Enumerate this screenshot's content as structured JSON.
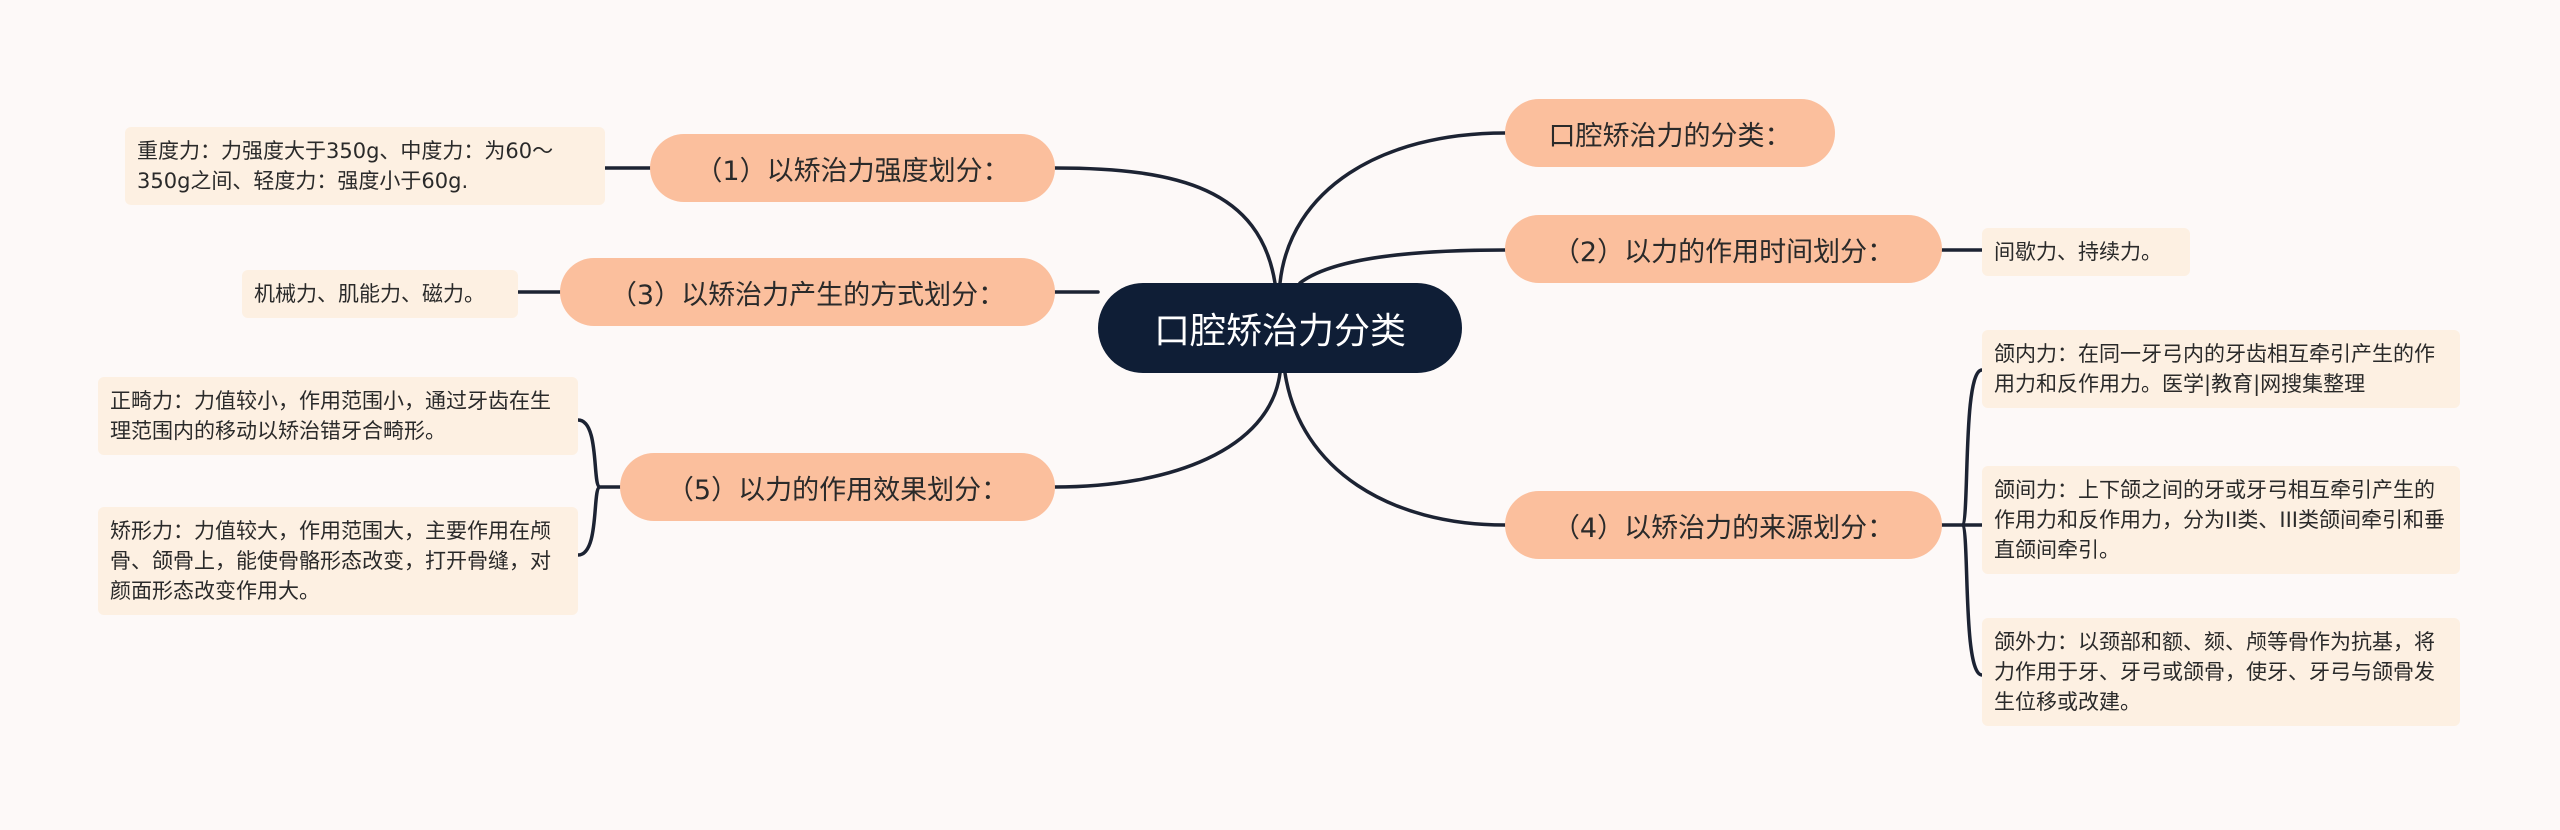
{
  "center": {
    "label": "口腔矫治力分类"
  },
  "branches": {
    "classification": "口腔矫治力的分类：",
    "strength": "（1）以矫治力强度划分：",
    "time": "（2）以力的作用时间划分：",
    "method": "（3）以矫治力产生的方式划分：",
    "source": "（4）以矫治力的来源划分：",
    "effect": "（5）以力的作用效果划分："
  },
  "leaves": {
    "strength": "重度力：力强度大于350g、中度力：为60～350g之间、轻度力：强度小于60g.",
    "time": "间歇力、持续力。",
    "method": "机械力、肌能力、磁力。",
    "source_intra": "颌内力：在同一牙弓内的牙齿相互牵引产生的作用力和反作用力。医学|教育|网搜集整理",
    "source_inter": "颌间力：上下颌之间的牙或牙弓相互牵引产生的作用力和反作用力，分为II类、III类颌间牵引和垂直颌间牵引。",
    "source_extra": "颌外力：以颈部和额、颏、颅等骨作为抗基，将力作用于牙、牙弓或颌骨，使牙、牙弓与颌骨发生位移或改建。",
    "effect_orthodontic": "正畸力：力值较小，作用范围小，通过牙齿在生理范围内的移动以矫治错牙合畸形。",
    "effect_orthopedic": "矫形力：力值较大，作用范围大，主要作用在颅骨、颌骨上，能使骨骼形态改变，打开骨缝，对颜面形态改变作用大。"
  },
  "colors": {
    "background": "#fdf9f8",
    "center_fill": "#0f1e36",
    "branch_fill": "#fbbf9d",
    "leaf_fill": "#fdf0e2",
    "connector": "#1c2333"
  }
}
